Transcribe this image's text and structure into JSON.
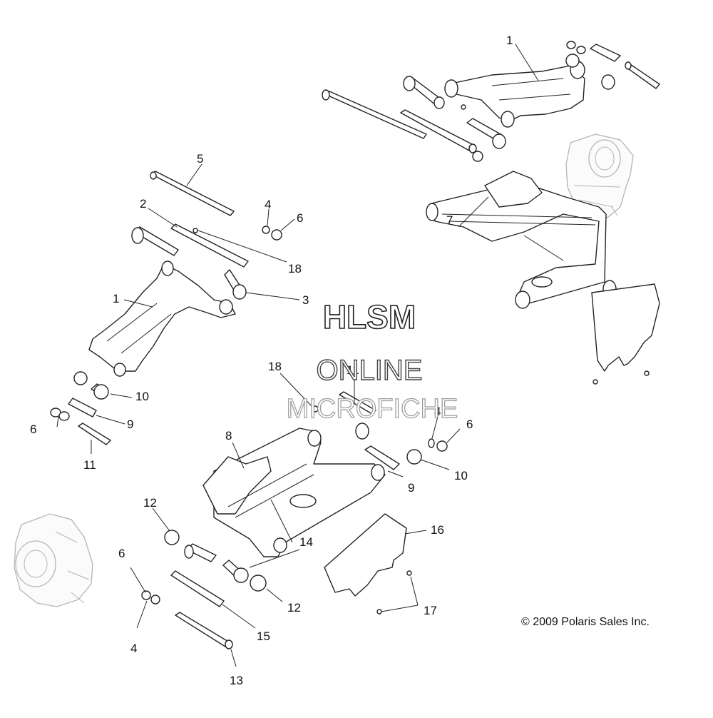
{
  "watermark": {
    "line1": "HLSM",
    "line2": "ONLINE",
    "line3": "MICROFICHE"
  },
  "copyright": "© 2009 Polaris Sales Inc.",
  "callouts": [
    {
      "id": "c1a",
      "label": "1"
    },
    {
      "id": "c1b",
      "label": "1"
    },
    {
      "id": "c2",
      "label": "2"
    },
    {
      "id": "c3",
      "label": "3"
    },
    {
      "id": "c4a",
      "label": "4"
    },
    {
      "id": "c4b",
      "label": "4"
    },
    {
      "id": "c4c",
      "label": "4"
    },
    {
      "id": "c5",
      "label": "5"
    },
    {
      "id": "c6a",
      "label": "6"
    },
    {
      "id": "c6b",
      "label": "6"
    },
    {
      "id": "c6c",
      "label": "6"
    },
    {
      "id": "c6d",
      "label": "6"
    },
    {
      "id": "c7",
      "label": "7"
    },
    {
      "id": "c8",
      "label": "8"
    },
    {
      "id": "c9a",
      "label": "9"
    },
    {
      "id": "c9b",
      "label": "9"
    },
    {
      "id": "c10a",
      "label": "10"
    },
    {
      "id": "c10b",
      "label": "10"
    },
    {
      "id": "c11a",
      "label": "11"
    },
    {
      "id": "c11b",
      "label": "11"
    },
    {
      "id": "c12a",
      "label": "12"
    },
    {
      "id": "c12b",
      "label": "12"
    },
    {
      "id": "c13",
      "label": "13"
    },
    {
      "id": "c14",
      "label": "14"
    },
    {
      "id": "c15",
      "label": "15"
    },
    {
      "id": "c16",
      "label": "16"
    },
    {
      "id": "c17",
      "label": "17"
    },
    {
      "id": "c18a",
      "label": "18"
    },
    {
      "id": "c18b",
      "label": "18"
    }
  ]
}
